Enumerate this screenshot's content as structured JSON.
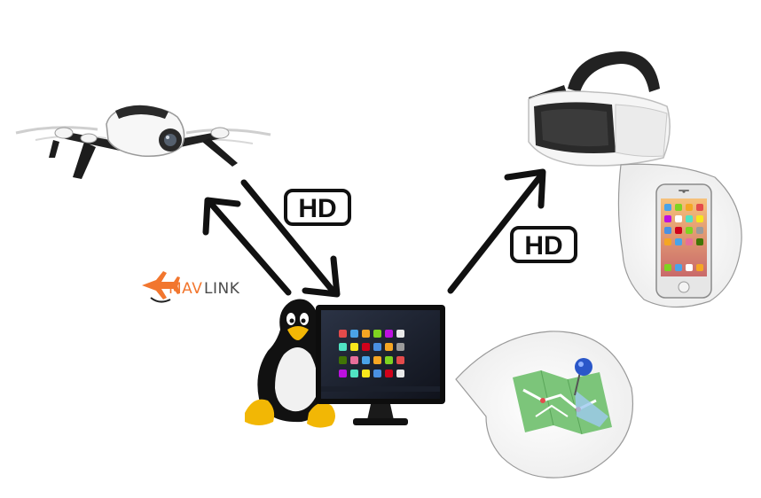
{
  "labels": {
    "hd_drone_link": "HD",
    "hd_vr_link": "HD",
    "mavlink_brand_a": "MAV",
    "mavlink_brand_b": "LINK"
  },
  "nodes": [
    {
      "id": "drone",
      "icon": "drone-icon"
    },
    {
      "id": "pc",
      "icon": "linux-penguin-icon"
    },
    {
      "id": "monitor",
      "icon": "monitor-icon"
    },
    {
      "id": "vr",
      "icon": "vr-headset-icon"
    },
    {
      "id": "phone",
      "icon": "smartphone-icon"
    },
    {
      "id": "map",
      "icon": "map-icon"
    }
  ],
  "colors": {
    "arrow": "#111111",
    "mavlink_orange": "#f2762e",
    "map_green": "#7cc57a",
    "pin_blue": "#2a57c9"
  }
}
